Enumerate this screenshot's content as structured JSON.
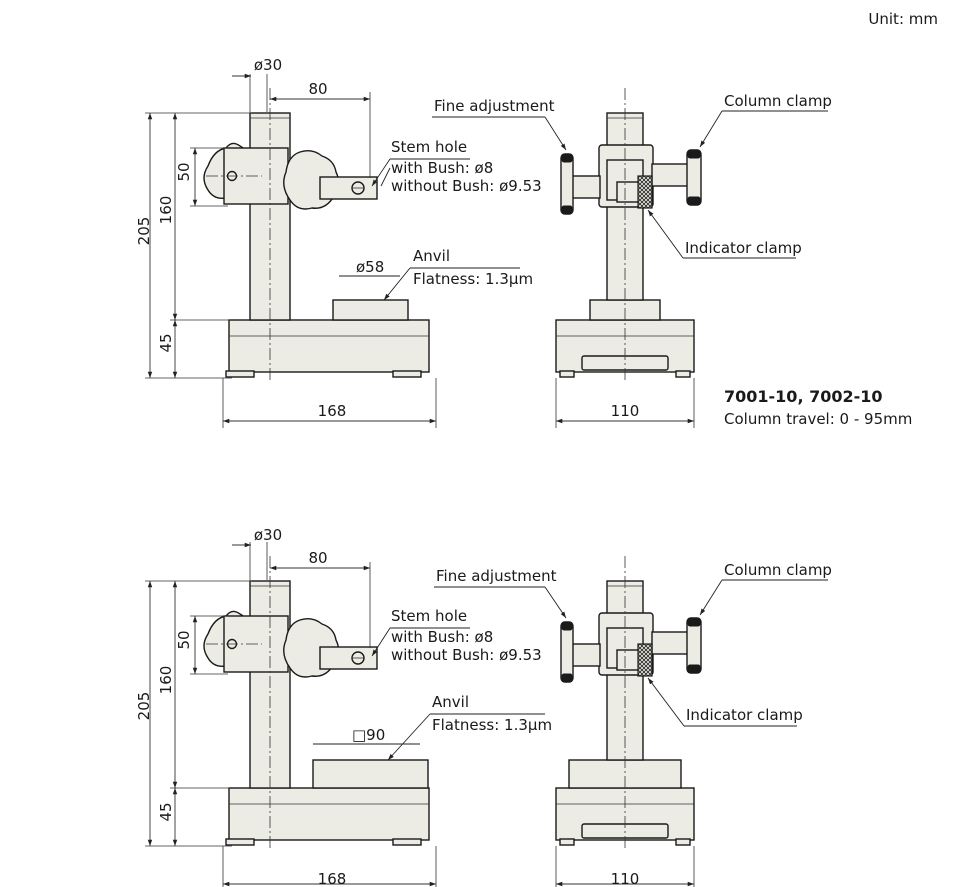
{
  "unit_label": "Unit: mm",
  "diagrams": [
    {
      "dims": {
        "column_dia": "ø30",
        "reach": "80",
        "knob_height": "50",
        "stem_height": "160",
        "total_height": "205",
        "base_height": "45",
        "base_width": "168",
        "front_width": "110"
      },
      "labels": {
        "stem_hole": "Stem hole",
        "with_bush": "with Bush: ø8",
        "without_bush": "without Bush: ø9.53",
        "anvil": "Anvil",
        "anvil_size": "ø58",
        "flatness": "Flatness: 1.3µm",
        "fine_adjustment": "Fine adjustment",
        "column_clamp": "Column clamp",
        "indicator_clamp": "Indicator clamp"
      },
      "model": "7001-10, 7002-10",
      "travel": "Column travel: 0 - 95mm"
    },
    {
      "dims": {
        "column_dia": "ø30",
        "reach": "80",
        "knob_height": "50",
        "stem_height": "160",
        "total_height": "205",
        "base_height": "45",
        "base_width": "168",
        "front_width": "110"
      },
      "labels": {
        "stem_hole": "Stem hole",
        "with_bush": "with Bush: ø8",
        "without_bush": "without Bush: ø9.53",
        "anvil": "Anvil",
        "anvil_size": "□90",
        "flatness": "Flatness: 1.3µm",
        "fine_adjustment": "Fine adjustment",
        "column_clamp": "Column clamp",
        "indicator_clamp": "Indicator clamp"
      }
    }
  ]
}
